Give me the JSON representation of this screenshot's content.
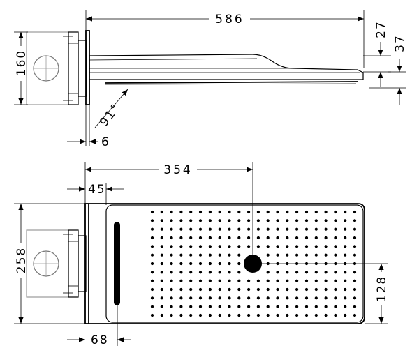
{
  "top_view": {
    "dims": {
      "total_length": "586",
      "body_height": "160",
      "thickness_a": "27",
      "thickness_b": "37",
      "angle": "91°",
      "plate_depth": "6"
    }
  },
  "bottom_view": {
    "dims": {
      "center_offset": "354",
      "plate_offset": "45",
      "width": "258",
      "half_width": "128",
      "slot_offset": "68"
    },
    "nozzle_grid": {
      "rows": 13,
      "cols": 22
    }
  }
}
